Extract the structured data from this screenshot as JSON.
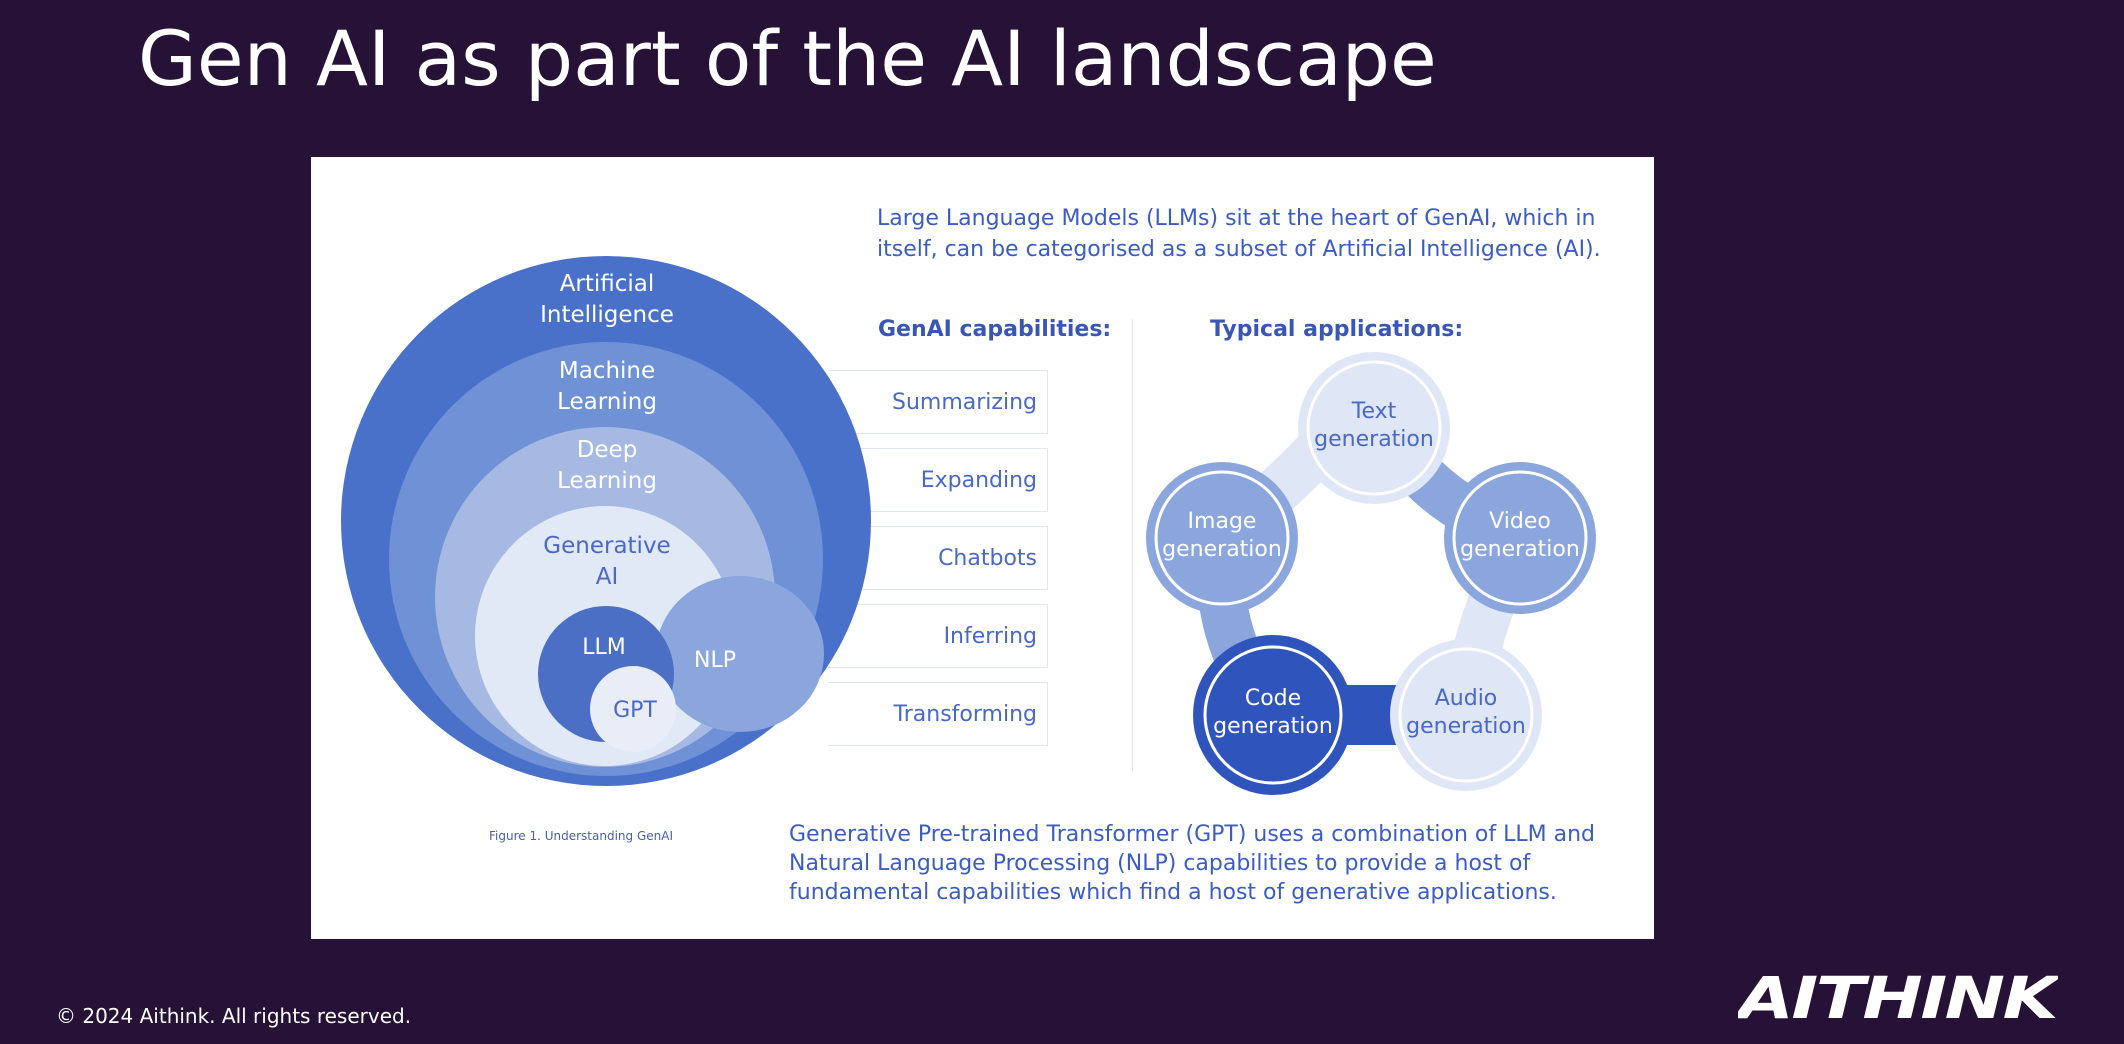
{
  "slide": {
    "title": "Gen AI as part of the AI landscape"
  },
  "figure": {
    "intro": "Large Language Models (LLMs) sit at the heart of GenAI, which in itself, can be categorised as a subset of Artificial Intelligence (AI).",
    "capabilities_heading": "GenAI capabilities:",
    "capabilities": [
      "Summarizing",
      "Expanding",
      "Chatbots",
      "Inferring",
      "Transforming"
    ],
    "applications_heading": "Typical applications:",
    "applications": {
      "text": [
        "Text",
        "generation"
      ],
      "video": [
        "Video",
        "generation"
      ],
      "audio": [
        "Audio",
        "generation"
      ],
      "code": [
        "Code",
        "generation"
      ],
      "image": [
        "Image",
        "generation"
      ]
    },
    "circles": {
      "ai": [
        "Artificial",
        "Intelligence"
      ],
      "ml": [
        "Machine",
        "Learning"
      ],
      "dl": [
        "Deep",
        "Learning"
      ],
      "genai": [
        "Generative",
        "AI"
      ],
      "llm": "LLM",
      "nlp": "NLP",
      "gpt": "GPT"
    },
    "caption": "Figure 1. Understanding GenAI",
    "outro": "Generative Pre-trained Transformer (GPT) uses a combination of LLM and Natural Language Processing (NLP) capabilities to provide a host of fundamental capabilities which find a host of generative applications."
  },
  "footer": {
    "copyright": "© 2024 Aithink. All rights reserved."
  },
  "logo": {
    "text": "AITHINK"
  },
  "colors": {
    "background": "#261236",
    "ai": "#4a71c9",
    "ml": "#6f91d5",
    "dl": "#a6b9e3",
    "genai": "#e1e8f6",
    "llm": "#4b6fc4",
    "nlp": "#8aa6dc",
    "accent_text": "#3b5cc4"
  }
}
